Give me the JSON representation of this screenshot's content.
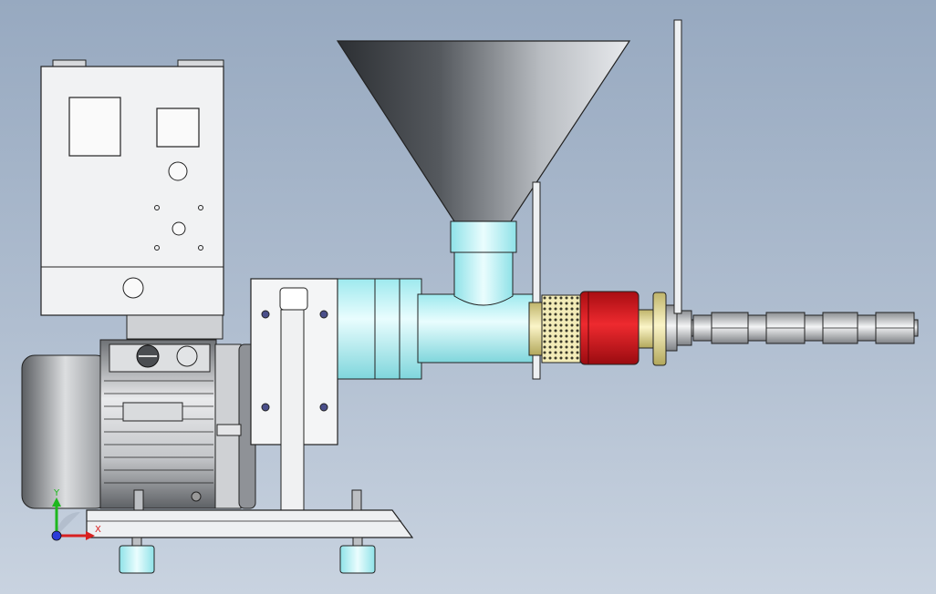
{
  "triad": {
    "y_label": "Y",
    "x_label": "X"
  },
  "colors": {
    "background_top": "#97a9c0",
    "background_bottom": "#c9d3e0",
    "hopper_dark": "#3a3d42",
    "hopper_light": "#bfc3c8",
    "cyan_parts": "#b8f3f6",
    "red_ring": "#d9141b",
    "brass": "#e8dd96",
    "triad_x": "#d82020",
    "triad_y": "#1eb71e",
    "triad_z": "#2b3bd8"
  },
  "icons": {
    "coordinate_triad": "xyz-axis-triad"
  }
}
